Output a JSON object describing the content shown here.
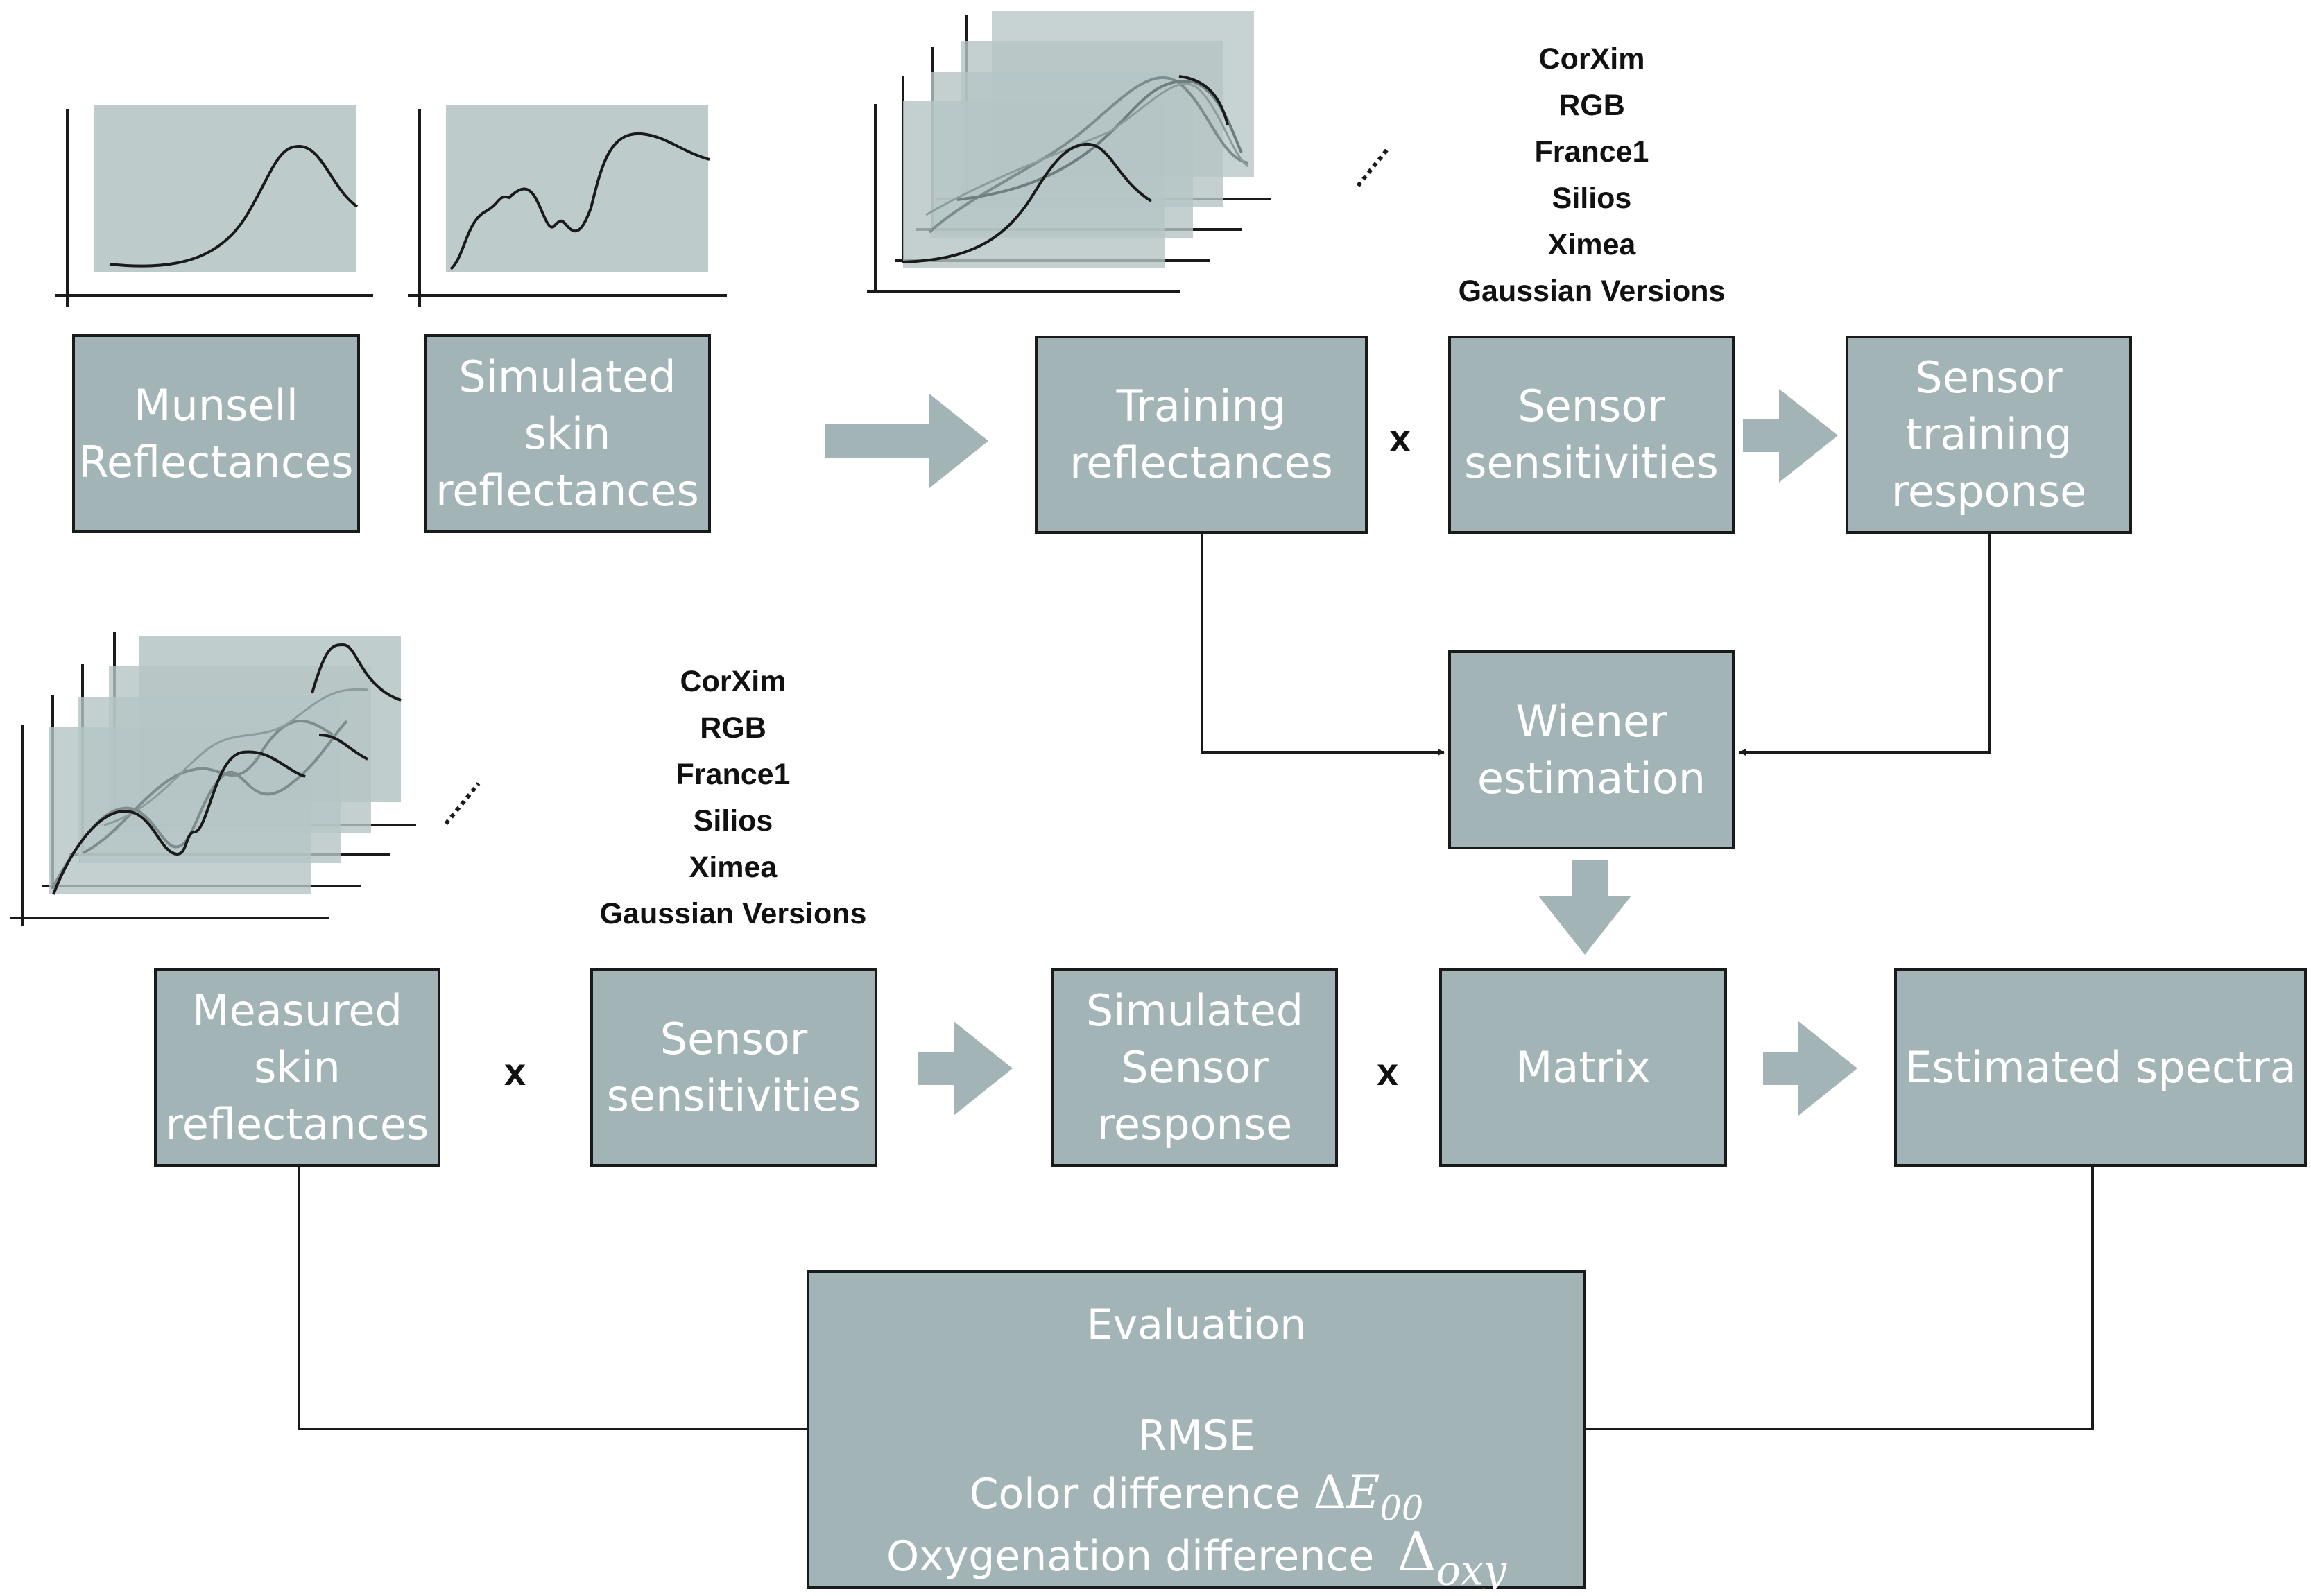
{
  "boxes": {
    "munsell": "Munsell\nReflectances",
    "simulated_skin": "Simulated\nskin\nreflectances",
    "training": "Training\nreflectances",
    "sensor_sens_top": "Sensor\nsensitivities",
    "sensor_training_response": "Sensor\ntraining\nresponse",
    "wiener": "Wiener\nestimation",
    "measured_skin": "Measured\nskin\nreflectances",
    "sensor_sens_bottom": "Sensor\nsensitivities",
    "simulated_sensor_response": "Simulated\nSensor\nresponse",
    "matrix": "Matrix",
    "estimated_spectra": "Estimated spectra"
  },
  "operators": {
    "times": "x"
  },
  "sensor_list_top": [
    "CorXim",
    "RGB",
    "France1",
    "Silios",
    "Ximea",
    "Gaussian Versions"
  ],
  "sensor_list_bottom": [
    "CorXim",
    "RGB",
    "France1",
    "Silios",
    "Ximea",
    "Gaussian Versions"
  ],
  "evaluation": {
    "title": "Evaluation",
    "rmse": "RMSE",
    "color_label": "Color difference",
    "color_symbol": "Δ",
    "color_var": "E",
    "color_sub": "00",
    "oxy_label": "Oxygenation difference",
    "oxy_symbol": "Δ",
    "oxy_sub": "oxy"
  },
  "colors": {
    "box_fill": "#a2b4b5",
    "plot_fill": "#bdcbcb",
    "arrow_fill": "#a2b4b5",
    "line": "#1a1a1a"
  }
}
